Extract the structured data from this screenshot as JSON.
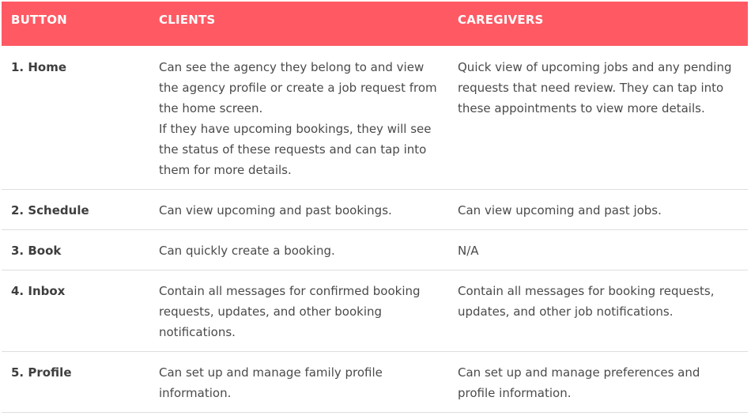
{
  "headers": {
    "button": "BUTTON",
    "clients": "CLIENTS",
    "caregivers": "CAREGIVERS"
  },
  "rows": [
    {
      "button": "1. Home",
      "clients": [
        "Can see the agency they belong to and view the agency profile or create a job request from the home screen.",
        "If they have upcoming bookings, they will see the status of these requests and can tap into them for more details."
      ],
      "caregivers": "Quick view of upcoming jobs and any pending requests that need review.  They can tap into these appointments to view more details."
    },
    {
      "button": "2. Schedule",
      "clients": [
        "Can view upcoming and past bookings."
      ],
      "caregivers": "Can view upcoming and past jobs."
    },
    {
      "button": "3. Book",
      "clients": [
        "Can quickly create a booking."
      ],
      "caregivers": "N/A"
    },
    {
      "button": "4. Inbox",
      "clients": [
        "Contain all messages for confirmed booking requests, updates, and other booking notifications."
      ],
      "caregivers": "Contain all messages for booking requests, updates, and other job notifications."
    },
    {
      "button": "5. Profile",
      "clients": [
        "Can set up and manage family profile information."
      ],
      "caregivers": "Can set up and manage preferences and profile information."
    }
  ],
  "colors": {
    "header_bg": "#ff5a64",
    "header_text": "#ffffff",
    "body_text": "#4a4a4a",
    "row_border": "#dedede"
  }
}
